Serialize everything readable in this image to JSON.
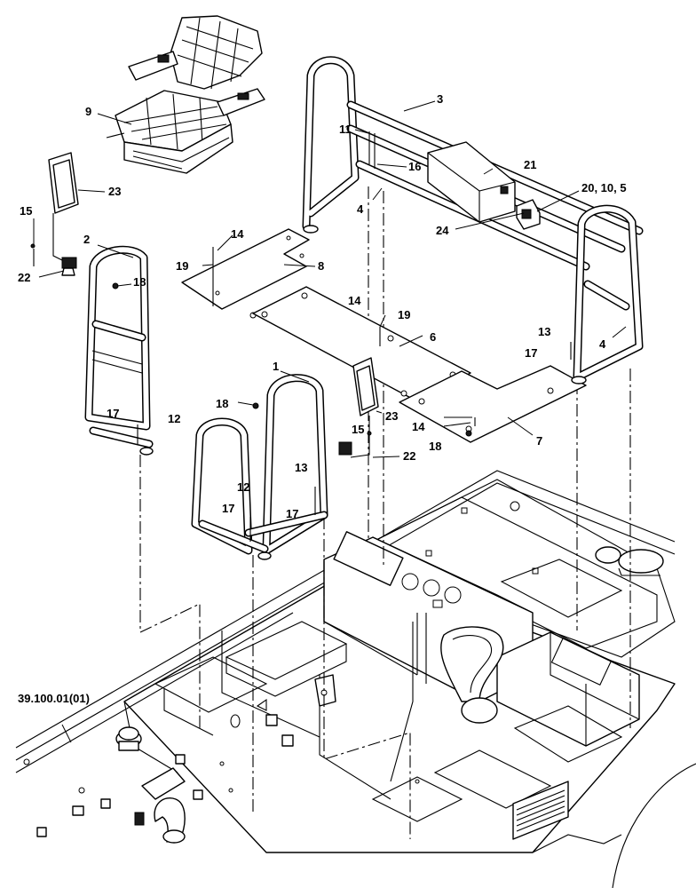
{
  "callouts": {
    "c1": "1",
    "c2": "2",
    "c3": "3",
    "c4a": "4",
    "c4b": "4",
    "c6": "6",
    "c7": "7",
    "c8": "8",
    "c9": "9",
    "c11": "11",
    "c12a": "12",
    "c12b": "12",
    "c13a": "13",
    "c13b": "13",
    "c14a": "14",
    "c14b": "14",
    "c14c": "14",
    "c15a": "15",
    "c15b": "15",
    "c16": "16",
    "c17a": "17",
    "c17b": "17",
    "c17c": "17",
    "c17d": "17",
    "c18a": "18",
    "c18b": "18",
    "c18c": "18",
    "c19a": "19",
    "c19b": "19",
    "c20": "20, 10, 5",
    "c21": "21",
    "c22a": "22",
    "c22b": "22",
    "c23a": "23",
    "c23b": "23",
    "c24": "24",
    "ref": "39.100.01(01)"
  }
}
